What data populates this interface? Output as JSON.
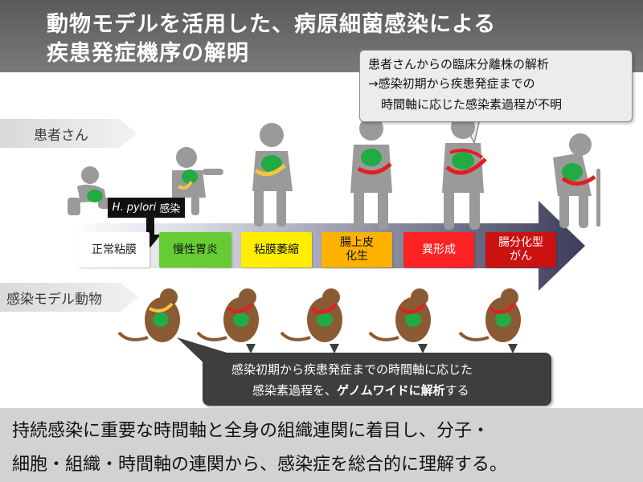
{
  "title": {
    "line1": "動物モデルを活用した、病原細菌感染による",
    "line2": "疾患発症機序の解明"
  },
  "top_callout": {
    "line1": "患者さんからの臨床分離株の解析",
    "line2": "→感染初期から疾患発症までの",
    "line3": "時間軸に応じた感染素過程が不明"
  },
  "patient_label": "患者さん",
  "animal_label": "感染モデル動物",
  "infection_label": {
    "italic": "H. pylori",
    "text": " 感染"
  },
  "stages": [
    {
      "label": "正常粘膜",
      "color": "#ffffff"
    },
    {
      "label": "慢性胃炎",
      "color": "#66cc33"
    },
    {
      "label": "粘膜萎縮",
      "color": "#ffee00"
    },
    {
      "label": "腸上皮\n化生",
      "color": "#ffb300"
    },
    {
      "label": "異形成",
      "color": "#ff2222"
    },
    {
      "label": "腸分化型\nがん",
      "color": "#cc1111"
    }
  ],
  "bottom_callout": {
    "line1": "感染初期から疾患発症までの時間軸に応じた",
    "line2_prefix": "感染素過程を、",
    "line2_highlight": "ゲノムワイドに解析",
    "line2_suffix": "する"
  },
  "footer": {
    "line1": "持続感染に重要な時間軸と全身の組織連関に着目し、分子・",
    "line2": "細胞・組織・時間軸の連関から、感染症を総合的に理解する。"
  },
  "colors": {
    "stomach": "#22aa44",
    "bacteria_light": "#f5c542",
    "bacteria_red": "#e02020",
    "human": "#9a9a9a",
    "rat": "#8a5a33",
    "arrow": "#3d3d5c"
  }
}
